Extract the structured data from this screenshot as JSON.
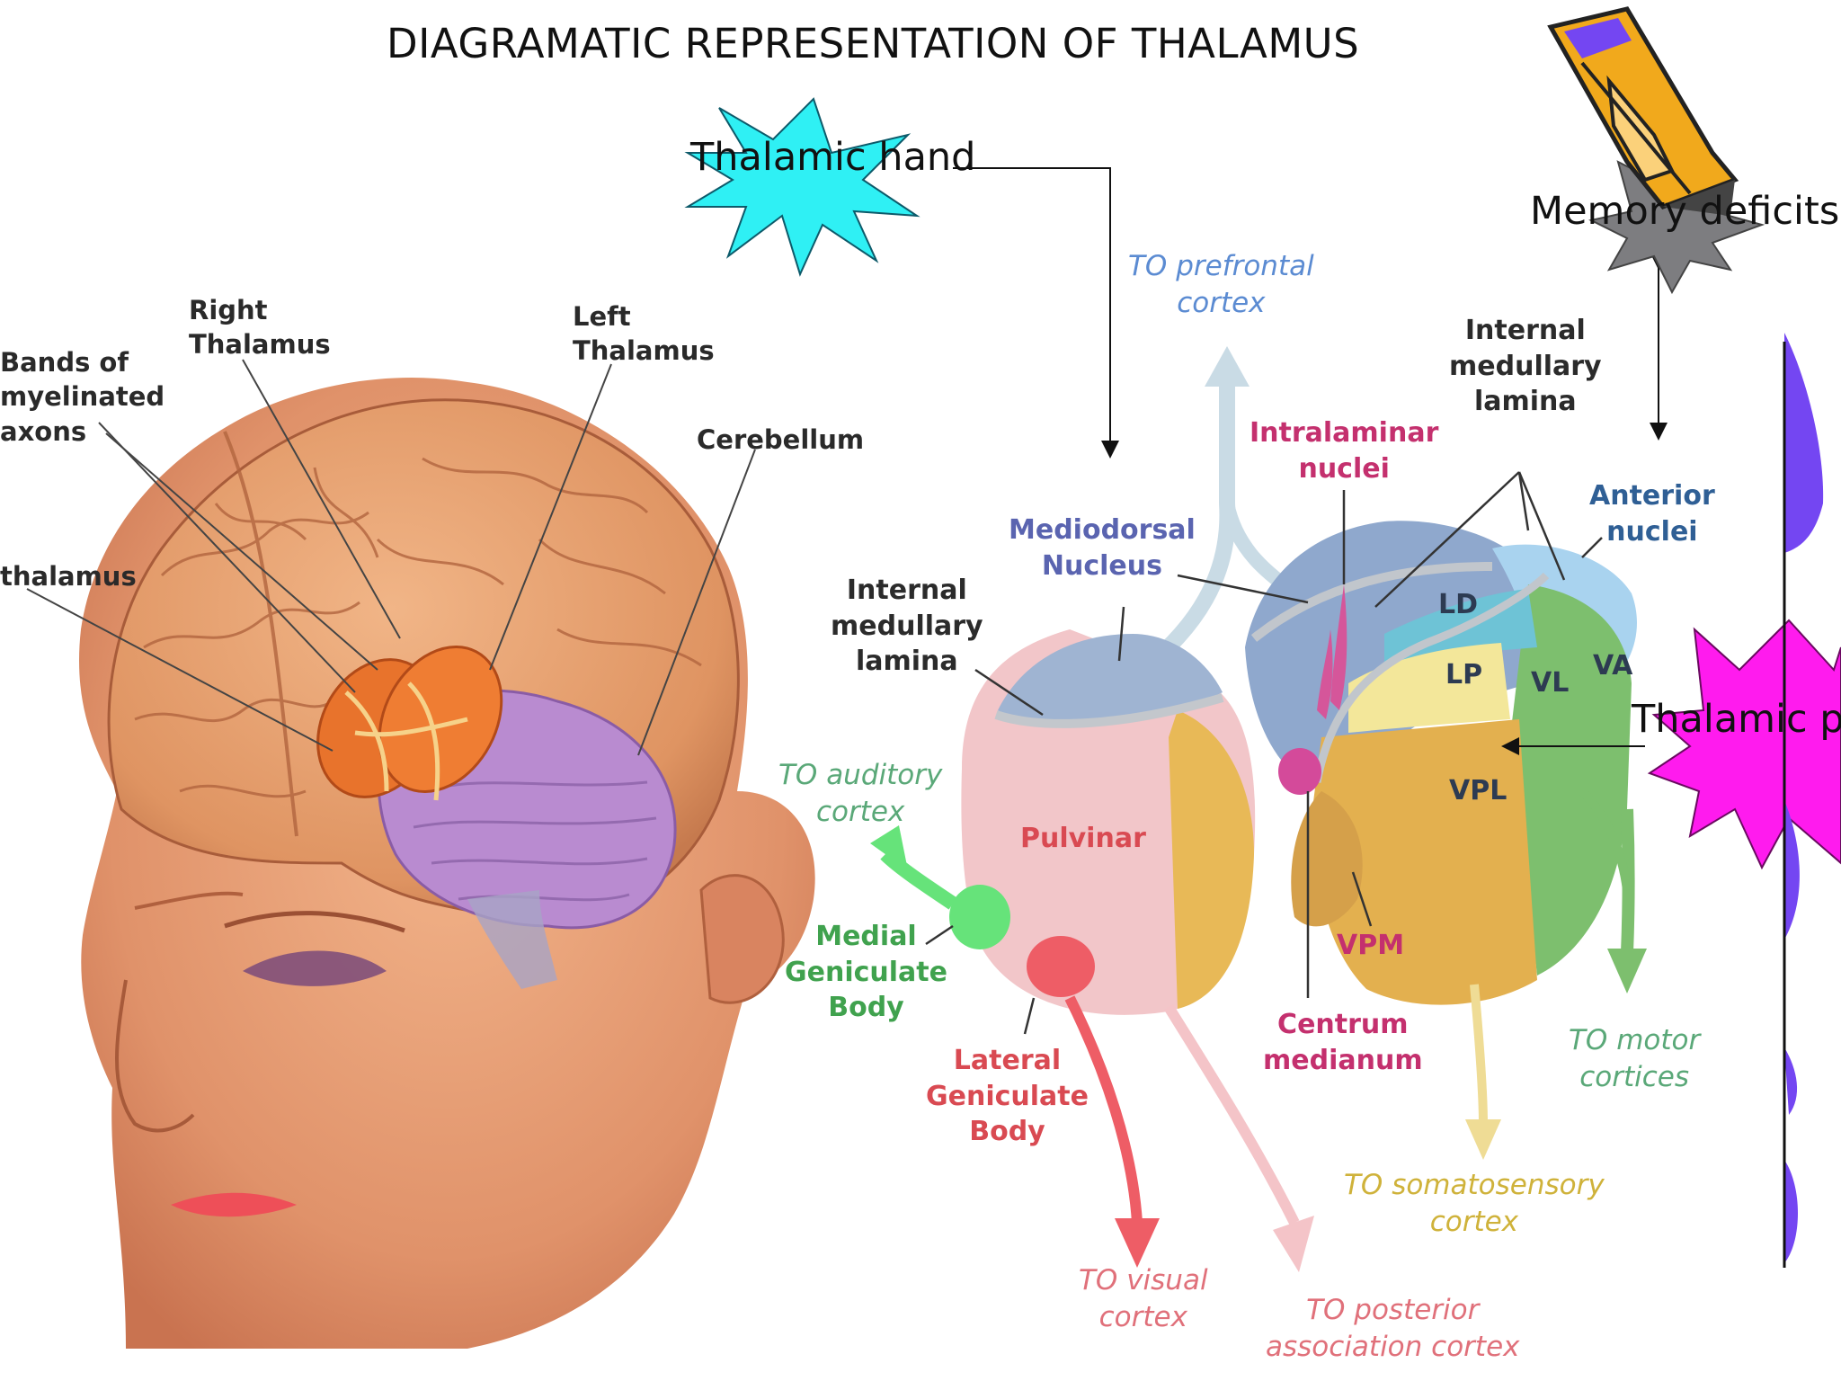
{
  "title": "DIAGRAMATIC REPRESENTATION OF THALAMUS",
  "callouts": {
    "thalamic_hand": "Thalamic hand",
    "memory_deficits": "Memory deficits",
    "thalamic_pain": "Thalamic pe"
  },
  "head_labels": {
    "right_thalamus": "Right\nThalamus",
    "left_thalamus": "Left\nThalamus",
    "bands": "Bands of\nmyelinated\naxons",
    "cerebellum": "Cerebellum",
    "thalamus": "thalamus"
  },
  "diagram_labels": {
    "to_prefrontal": "TO prefrontal\ncortex",
    "internal_lamina_top": "Internal\nmedullary\nlamina",
    "intralaminar": "Intralaminar\nnuclei",
    "anterior": "Anterior\nnuclei",
    "mediodorsal": "Mediodorsal\nNucleus",
    "internal_lamina_left": "Internal\nmedullary\nlamina",
    "ld": "LD",
    "lp": "LP",
    "vl": "VL",
    "va": "VA",
    "vpl": "VPL",
    "pulvinar": "Pulvinar",
    "to_auditory": "TO auditory\ncortex",
    "medial_geniculate": "Medial\nGeniculate\nBody",
    "lateral_geniculate": "Lateral\nGeniculate\nBody",
    "vpm": "VPM",
    "centrum": "Centrum\nmedianum",
    "to_motor": "TO motor\ncortices",
    "to_somatosensory": "TO somatosensory\ncortex",
    "to_visual": "TO visual\ncortex",
    "to_posterior": "TO posterior\nassociation cortex"
  },
  "colors": {
    "pulvinar": "#f2c6c9",
    "mediodorsal": "#a7b9d6",
    "anterior": "#a9d3ef",
    "vl_va": "#7dbf6e",
    "vpl": "#e3b04f",
    "lp": "#f3e79a",
    "ld": "#6ec3d6",
    "skin": "#e2986a",
    "brain": "#e09a68",
    "thalamus_organ": "#e7742e",
    "cerebellum": "#b58ac8",
    "star_cyan": "#2ff0f4",
    "star_gray": "#7d7d80",
    "star_magenta": "#ff1bee",
    "side_accent": "#7446f2"
  },
  "icons": [
    "pencil-icon",
    "starburst-icon"
  ]
}
